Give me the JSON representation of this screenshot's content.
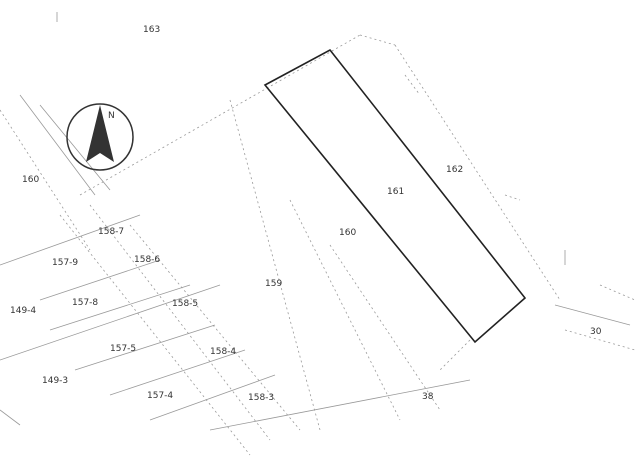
{
  "map": {
    "north_label": "N",
    "parcels": [
      {
        "id": "p163",
        "label": "163"
      },
      {
        "id": "p160-left",
        "label": "160"
      },
      {
        "id": "p162",
        "label": "162"
      },
      {
        "id": "p161",
        "label": "161"
      },
      {
        "id": "p160-mid",
        "label": "160"
      },
      {
        "id": "p159",
        "label": "159"
      },
      {
        "id": "p30",
        "label": "30"
      },
      {
        "id": "p158-7",
        "label": "158-7"
      },
      {
        "id": "p157-9",
        "label": "157-9"
      },
      {
        "id": "p158-6",
        "label": "158-6"
      },
      {
        "id": "p149-4",
        "label": "149-4"
      },
      {
        "id": "p157-8",
        "label": "157-8"
      },
      {
        "id": "p158-5",
        "label": "158-5"
      },
      {
        "id": "p157-5",
        "label": "157-5"
      },
      {
        "id": "p158-4",
        "label": "158-4"
      },
      {
        "id": "p149-3",
        "label": "149-3"
      },
      {
        "id": "p157-4",
        "label": "157-4"
      },
      {
        "id": "p158-3",
        "label": "158-3"
      },
      {
        "id": "p38",
        "label": "38"
      }
    ]
  }
}
